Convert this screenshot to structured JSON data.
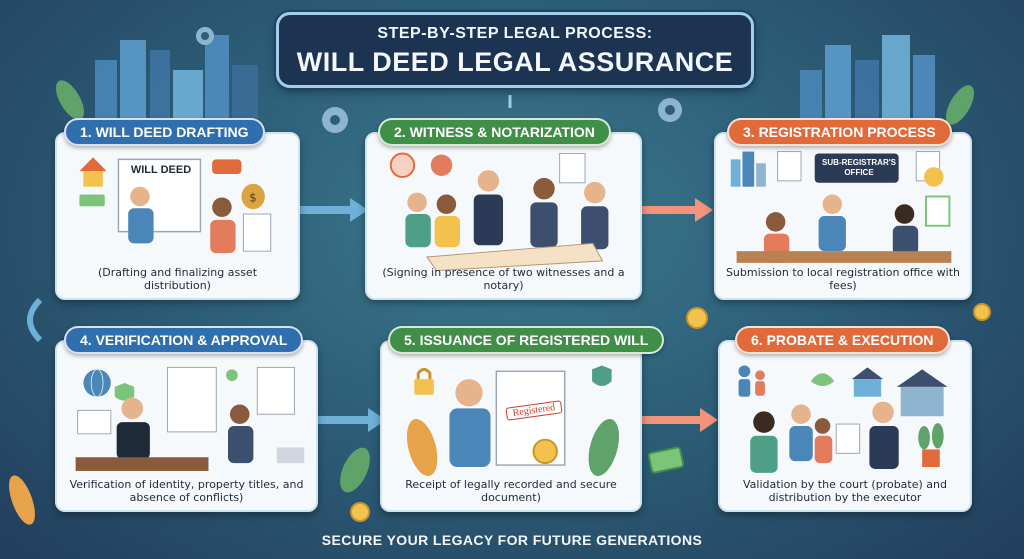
{
  "title": {
    "line1": "STEP-BY-STEP LEGAL PROCESS:",
    "line2": "WILL DEED LEGAL ASSURANCE"
  },
  "steps": [
    {
      "label": "1. WILL DEED DRAFTING",
      "color": "#2f6fae",
      "caption": "(Drafting and finalizing asset distribution)",
      "doc_text": "WILL DEED"
    },
    {
      "label": "2. WITNESS & NOTARIZATION",
      "color": "#3f8f47",
      "caption": "(Signing in presence of two witnesses and a notary)"
    },
    {
      "label": "3. REGISTRATION PROCESS",
      "color": "#e06a3a",
      "caption": "Submission to local registration office with fees)",
      "sign_text": "SUB-REGISTRAR'S OFFICE"
    },
    {
      "label": "4. VERIFICATION & APPROVAL",
      "color": "#2f6fae",
      "caption": "Verification of identity, property titles, and absence of conflicts)"
    },
    {
      "label": "5. ISSUANCE OF REGISTERED WILL",
      "color": "#3f8f47",
      "caption": "Receipt of legally recorded and secure document)",
      "stamp_text": "Registered"
    },
    {
      "label": "6. PROBATE & EXECUTION",
      "color": "#e06a3a",
      "caption": "Validation by the court (probate) and distribution by the executor"
    }
  ],
  "footer": "SECURE YOUR LEGACY FOR FUTURE GENERATIONS",
  "colors": {
    "background": "#2d5f78",
    "card": "#f6f9fb",
    "title_bg": "#1c3352"
  },
  "icons": [
    "house-icon",
    "car-icon",
    "money-bag-icon",
    "gear-icon",
    "globe-icon",
    "shield-icon",
    "lock-icon",
    "bank-icon",
    "coin-icon",
    "plant-icon",
    "city-skyline-icon"
  ]
}
